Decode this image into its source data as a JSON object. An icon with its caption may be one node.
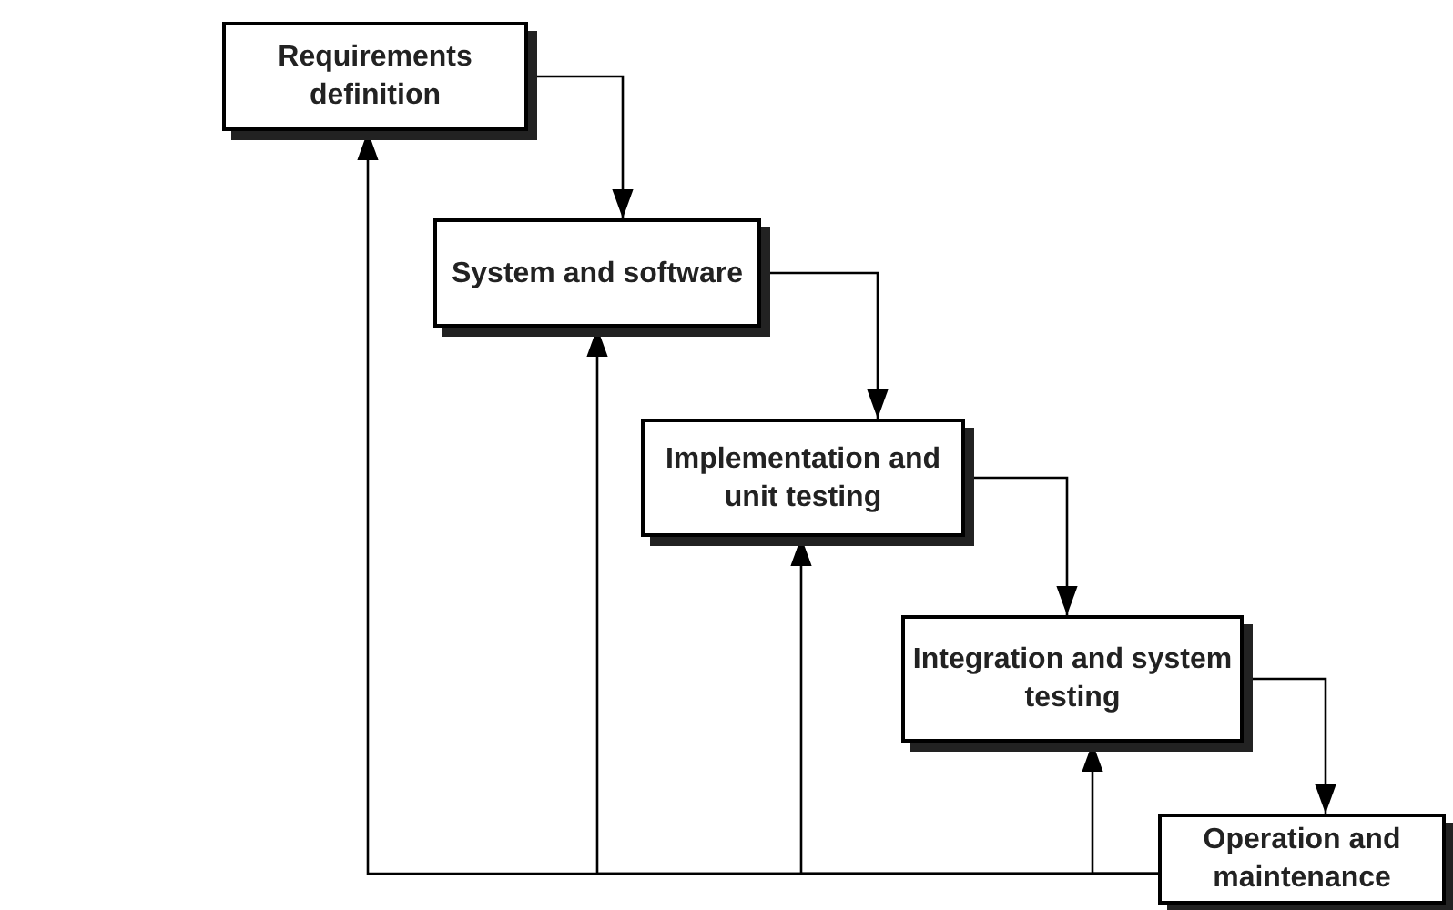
{
  "diagram": {
    "nodes": [
      {
        "text": [
          "Requirements definition"
        ]
      },
      {
        "text": [
          "System and software"
        ]
      },
      {
        "text": [
          "Implementation and unit testing"
        ]
      },
      {
        "text": [
          "Integration and system testing"
        ]
      },
      {
        "text": [
          "Operation and maintenance"
        ]
      }
    ],
    "edges": [
      {
        "from": 0,
        "to": 1,
        "arrow": "to"
      },
      {
        "from": 1,
        "to": 2,
        "arrow": "to"
      },
      {
        "from": 2,
        "to": 3,
        "arrow": "to"
      },
      {
        "from": 3,
        "to": 4,
        "arrow": "to"
      },
      {
        "from": 4,
        "to": 0,
        "arrow": "to"
      },
      {
        "from": 4,
        "to": 1,
        "arrow": "to"
      },
      {
        "from": 4,
        "to": 2,
        "arrow": "to"
      },
      {
        "from": 4,
        "to": 3,
        "arrow": "to"
      }
    ]
  }
}
